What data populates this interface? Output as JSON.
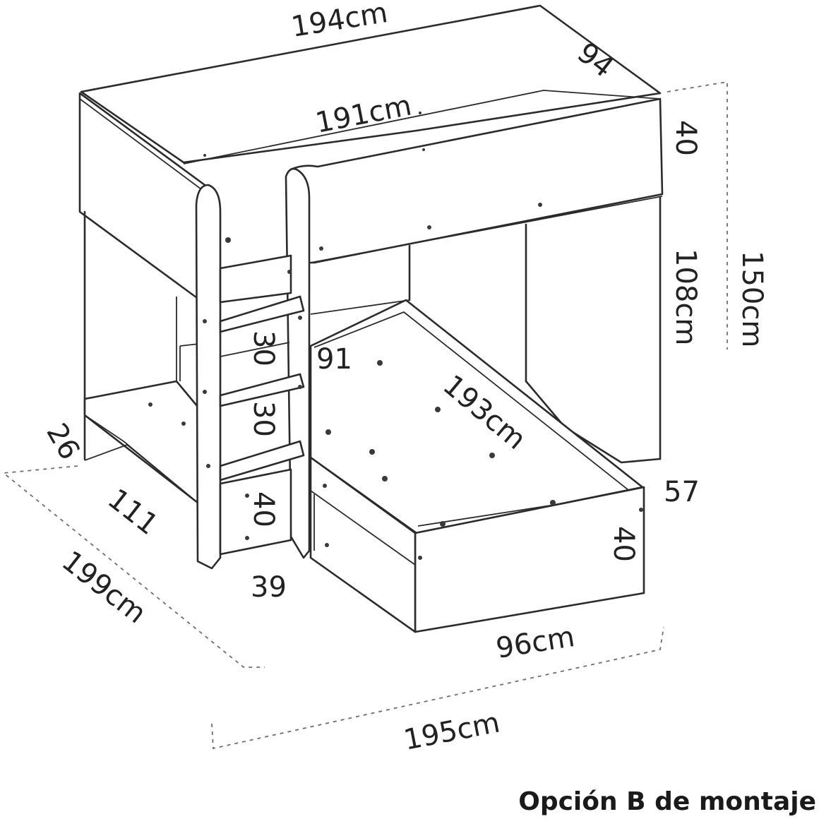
{
  "dimensions": {
    "upper_length": "194cm",
    "upper_depth": "94",
    "inner_length": "191cm",
    "upper_rail_height": "40",
    "lower_clearance": "108cm",
    "total_height": "150cm",
    "ladder_step_1": "30",
    "ladder_step_2": "30",
    "ladder_step_3": "40",
    "ladder_base": "39",
    "lower_bed_width": "91",
    "lower_bed_length": "193cm",
    "lower_footboard_top": "57",
    "lower_footboard_height": "40",
    "lower_bed_outer_width": "96cm",
    "total_width": "195cm",
    "shelf_height": "26",
    "side_depth": "111",
    "total_depth": "199cm"
  },
  "caption": "Opción B de montaje"
}
